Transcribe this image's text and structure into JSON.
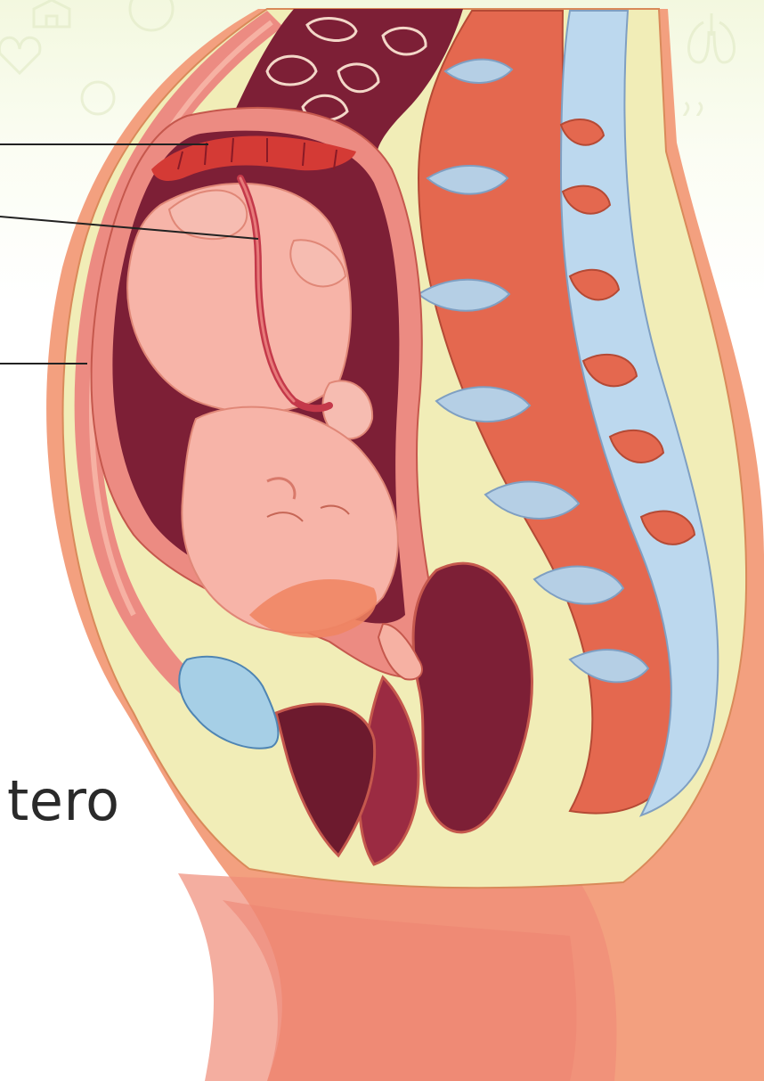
{
  "labels": {
    "uterus_caption_fragment": "tero"
  },
  "leader_lines": [
    "placenta-leader-line",
    "umbilical-cord-leader-line",
    "uterine-wall-leader-line"
  ],
  "colors": {
    "skin": "#f3a07f",
    "skin_light": "#f6b596",
    "fat_layer": "#f1edb7",
    "uterine_wall": "#ec8b82",
    "fetus": "#f7b4a8",
    "fetus_shadow": "#ec9186",
    "amniotic_dark": "#7d1f36",
    "placenta": "#d43a35",
    "vertebra": "#e4684f",
    "disc": "#b5cfe5",
    "spinal_canal": "#bcd8ee",
    "bladder": "#a6cfe6",
    "label_line": "#222222",
    "caption_text": "#2a2a2a"
  }
}
